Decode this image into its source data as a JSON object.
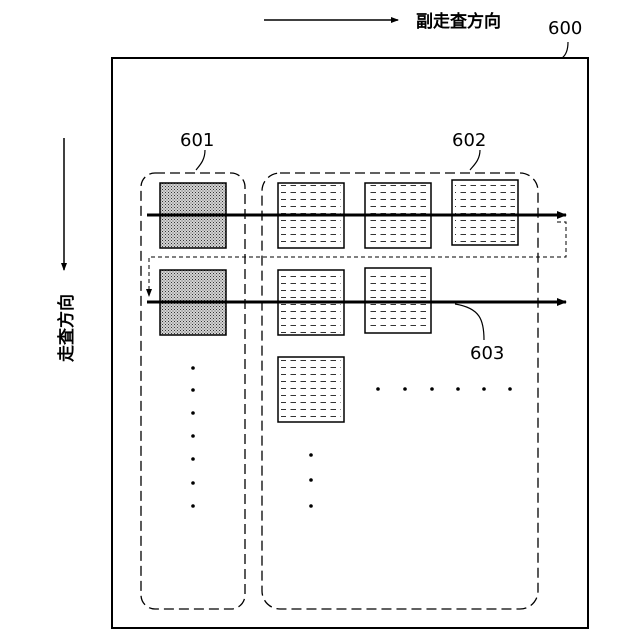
{
  "labels": {
    "sheet": "600",
    "group_left": "601",
    "group_right": "602",
    "scan_path": "603",
    "sub_scan_direction": "副走査方向",
    "scan_direction": "走査方向"
  },
  "colors": {
    "ink": "#000000",
    "dotted_fill": "#cccccc",
    "background": "#ffffff"
  },
  "ellipsis_glyph": "·",
  "tile_patterns": [
    "dotted",
    "dashed-lines"
  ]
}
